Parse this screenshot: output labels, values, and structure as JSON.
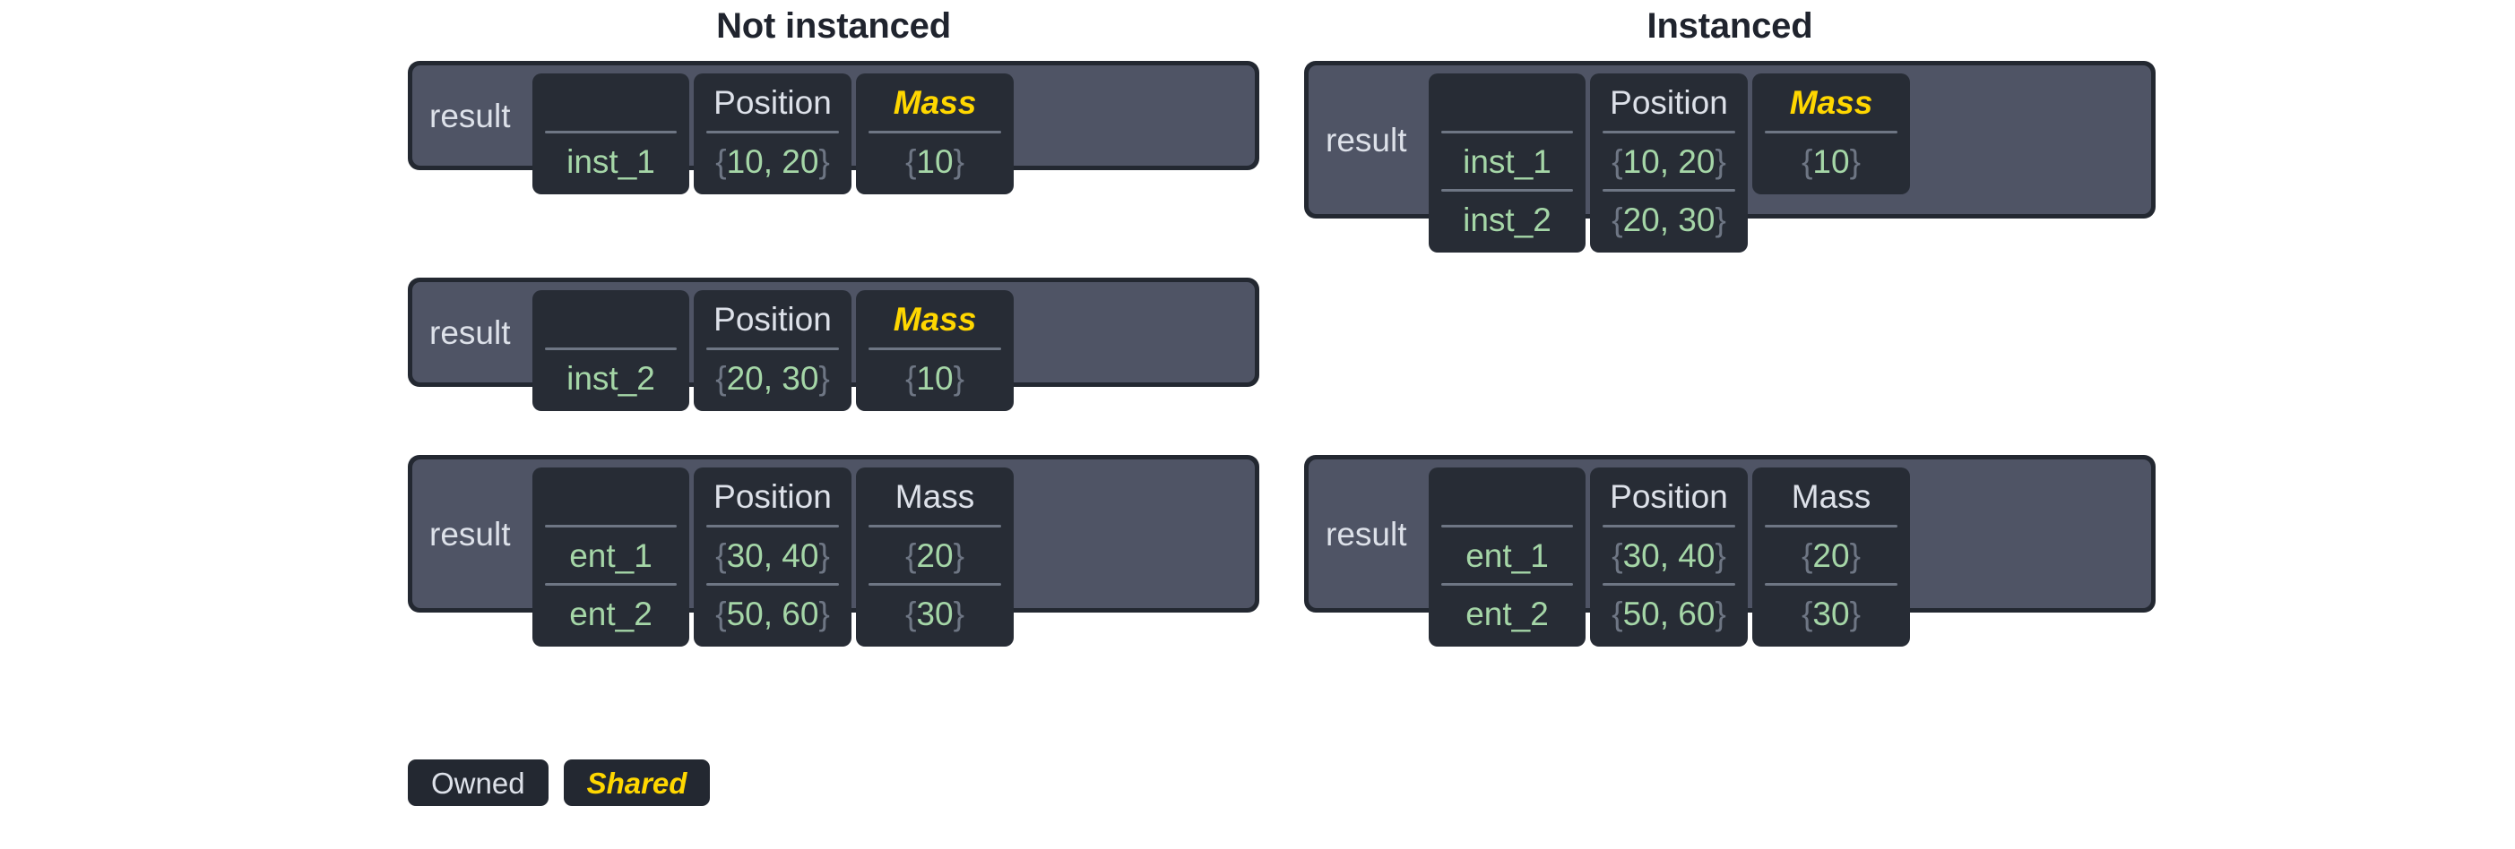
{
  "columns": [
    {
      "key": "not_instanced",
      "title": "Not instanced",
      "tables": [
        {
          "result_label": "result",
          "headers": {
            "name": "",
            "position": "Position",
            "mass": "Mass"
          },
          "mass_shared": true,
          "mass_rowspan": 1,
          "rows": [
            {
              "name": "inst_1",
              "position": "{10, 20}",
              "mass": "{10}"
            }
          ]
        },
        {
          "result_label": "result",
          "headers": {
            "name": "",
            "position": "Position",
            "mass": "Mass"
          },
          "mass_shared": true,
          "mass_rowspan": 1,
          "rows": [
            {
              "name": "inst_2",
              "position": "{20, 30}",
              "mass": "{10}"
            }
          ]
        },
        {
          "result_label": "result",
          "headers": {
            "name": "",
            "position": "Position",
            "mass": "Mass"
          },
          "mass_shared": false,
          "mass_rowspan": 2,
          "rows": [
            {
              "name": "ent_1",
              "position": "{30, 40}",
              "mass": "{20}"
            },
            {
              "name": "ent_2",
              "position": "{50, 60}",
              "mass": "{30}"
            }
          ]
        }
      ]
    },
    {
      "key": "instanced",
      "title": "Instanced",
      "tables": [
        {
          "result_label": "result",
          "headers": {
            "name": "",
            "position": "Position",
            "mass": "Mass"
          },
          "mass_shared": true,
          "mass_rowspan": 1,
          "rows": [
            {
              "name": "inst_1",
              "position": "{10, 20}",
              "mass": "{10}"
            },
            {
              "name": "inst_2",
              "position": "{20, 30}",
              "mass": null
            }
          ]
        },
        {
          "result_label": "result",
          "headers": {
            "name": "",
            "position": "Position",
            "mass": "Mass"
          },
          "mass_shared": false,
          "mass_rowspan": 2,
          "rows": [
            {
              "name": "ent_1",
              "position": "{30, 40}",
              "mass": "{20}"
            },
            {
              "name": "ent_2",
              "position": "{50, 60}",
              "mass": "{30}"
            }
          ]
        }
      ]
    }
  ],
  "legend": [
    {
      "label": "Owned",
      "shared": false
    },
    {
      "label": "Shared",
      "shared": true
    }
  ],
  "colors": {
    "page_background": "#ffffff",
    "table_border": "#232831",
    "panel": "#4f5465",
    "cell": "#272c35",
    "value_green": "#a5d6a7",
    "brace_gray": "#6e7684",
    "header_white": "#dde1e9",
    "shared_yellow": "#ffd700",
    "title_dark": "#20242e",
    "rule": "#6e7684"
  },
  "layout": {
    "table_tops": {
      "not_instanced": [
        68,
        310,
        508
      ],
      "instanced": [
        68,
        508
      ]
    },
    "table_heights": {
      "not_instanced": [
        122,
        122,
        176
      ],
      "instanced": [
        176,
        176
      ]
    }
  }
}
